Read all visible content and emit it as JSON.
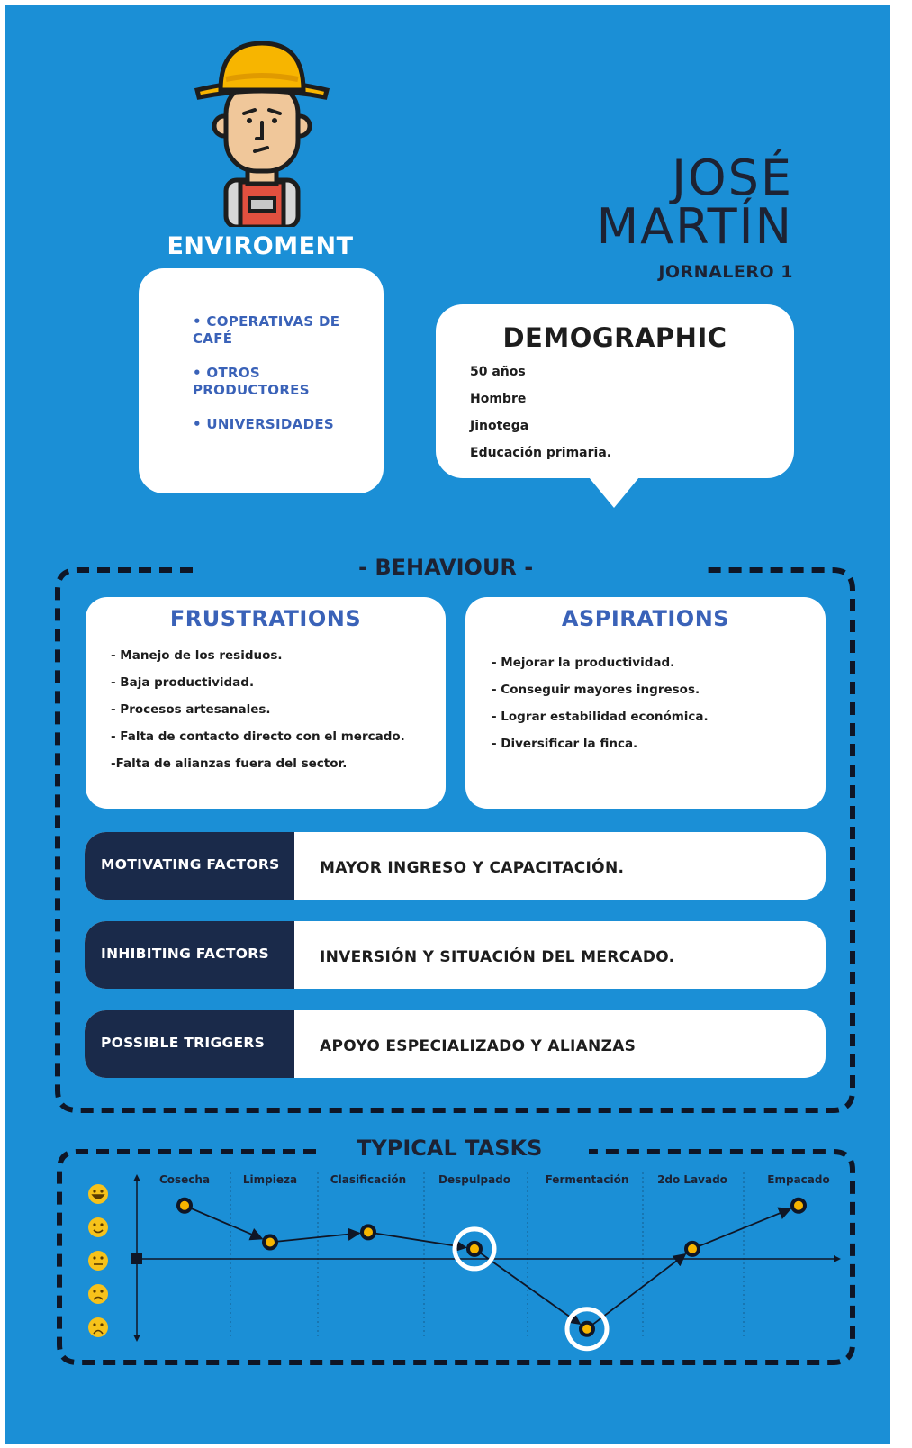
{
  "persona": {
    "name_line1": "JOSÉ",
    "name_line2": "MARTÍN",
    "role": "JORNALERO 1"
  },
  "environment": {
    "title": "ENVIROMENT",
    "items": [
      "• COPERATIVAS DE CAFÉ",
      "• OTROS PRODUCTORES",
      "• UNIVERSIDADES"
    ]
  },
  "demographic": {
    "title": "DEMOGRAPHIC",
    "items": [
      "50 años",
      "Hombre",
      "Jinotega",
      "Educación primaria."
    ]
  },
  "behaviour": {
    "title": "- BEHAVIOUR -",
    "frustrations": {
      "title": "FRUSTRATIONS",
      "items": [
        "- Manejo de los residuos.",
        "- Baja productividad.",
        "- Procesos artesanales.",
        "- Falta de contacto directo con el mercado.",
        "-Falta de alianzas fuera del sector."
      ]
    },
    "aspirations": {
      "title": "ASPIRATIONS",
      "items": [
        "- Mejorar la productividad.",
        "- Conseguir mayores ingresos.",
        "- Lograr estabilidad económica.",
        "- Diversificar la finca."
      ]
    },
    "factors": [
      {
        "label": "MOTIVATING FACTORS",
        "value": "MAYOR INGRESO Y CAPACITACIÓN."
      },
      {
        "label": "INHIBITING FACTORS",
        "value": "INVERSIÓN Y SITUACIÓN DEL MERCADO."
      },
      {
        "label": "POSSIBLE TRIGGERS",
        "value": "APOYO ESPECIALIZADO Y ALIANZAS"
      }
    ]
  },
  "typical_tasks": {
    "title": "TYPICAL TASKS",
    "stages": [
      "Cosecha",
      "Limpieza",
      "Clasificación",
      "Despulpado",
      "Fermentación",
      "2do Lavado",
      "Empacado"
    ],
    "mood_levels": [
      "very-happy",
      "happy",
      "neutral",
      "sad",
      "very-sad"
    ],
    "mood_scores": [
      1.6,
      0.5,
      0.8,
      0.3,
      -2.1,
      0.3,
      1.6
    ],
    "highlighted_stages": [
      "Despulpado",
      "Fermentación"
    ],
    "colors": {
      "point": "#f7b500",
      "line": "#0f1626",
      "highlight_ring": "#ffffff"
    }
  },
  "colors": {
    "background": "#1b8fd6",
    "accent": "#3a62b8",
    "dark": "#1a2a4a",
    "card": "#ffffff"
  }
}
